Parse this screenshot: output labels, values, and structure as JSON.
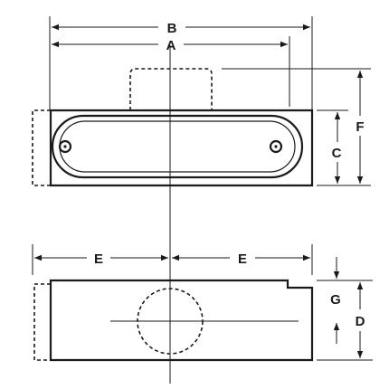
{
  "labels": {
    "A": "A",
    "B": "B",
    "C": "C",
    "D": "D",
    "E_left": "E",
    "E_right": "E",
    "F": "F",
    "G": "G"
  }
}
